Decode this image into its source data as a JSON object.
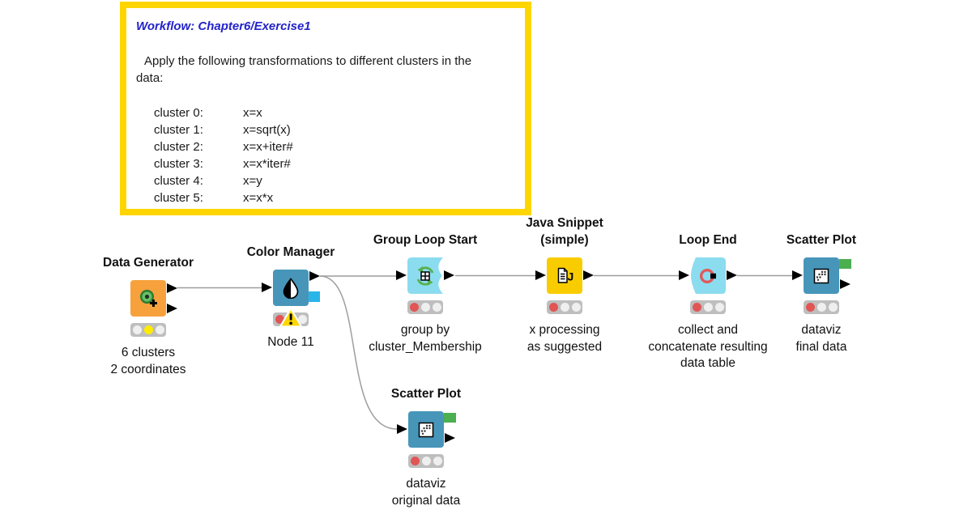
{
  "annotation": {
    "title": "Workflow: Chapter6/Exercise1",
    "intro_line1": "Apply the following transformations to different clusters in the",
    "intro_line2": "data:",
    "clusters": [
      {
        "label": "cluster 0:",
        "expr": "x=x"
      },
      {
        "label": "cluster 1:",
        "expr": "x=sqrt(x)"
      },
      {
        "label": "cluster 2:",
        "expr": "x=x+iter#"
      },
      {
        "label": "cluster 3:",
        "expr": "x=x*iter#"
      },
      {
        "label": "cluster 4:",
        "expr": "x=y"
      },
      {
        "label": "cluster 5:",
        "expr": "x=x*x"
      }
    ]
  },
  "nodes": {
    "data_generator": {
      "title": "Data Generator",
      "icon": "cluster-generator-icon",
      "labels": [
        "6 clusters",
        "2 coordinates"
      ],
      "traffic": [
        "off",
        "yellow",
        "off"
      ]
    },
    "color_manager": {
      "title": "Color Manager",
      "icon": "color-droplet-icon",
      "labels": [
        "Node 11"
      ],
      "traffic": [
        "red",
        "warning",
        "off"
      ]
    },
    "group_loop_start": {
      "title": "Group Loop Start",
      "icon": "loop-refresh-table-icon",
      "labels": [
        "group by",
        "cluster_Membership"
      ],
      "traffic": [
        "red",
        "off",
        "off"
      ]
    },
    "java_snippet": {
      "title": "Java Snippet",
      "title2": "(simple)",
      "icon": "java-document-icon",
      "labels": [
        "x processing",
        "as suggested"
      ],
      "traffic": [
        "red",
        "off",
        "off"
      ]
    },
    "loop_end": {
      "title": "Loop End",
      "icon": "loop-end-ring-icon",
      "labels": [
        "collect and",
        "concatenate resulting",
        "data table"
      ],
      "traffic": [
        "red",
        "off",
        "off"
      ]
    },
    "scatter_plot_final": {
      "title": "Scatter Plot",
      "icon": "scatter-dots-icon",
      "labels": [
        "dataviz",
        "final data"
      ],
      "traffic": [
        "red",
        "off",
        "off"
      ]
    },
    "scatter_plot_original": {
      "title": "Scatter Plot",
      "icon": "scatter-dots-icon",
      "labels": [
        "dataviz",
        "original data"
      ],
      "traffic": [
        "red",
        "off",
        "off"
      ]
    }
  },
  "colors": {
    "annotation_border": "#FFD500",
    "annotation_title_blue": "#2323CB",
    "node_source_orange": "#F7A13D",
    "node_viz_blue": "#4796BA",
    "node_loop_cyan": "#8CDCEF",
    "node_snippet_yellow": "#F9CC00",
    "image_port_green": "#4CAF50",
    "color_model_port_cyan": "#29B5E8",
    "traffic_red": "#E25555",
    "traffic_yellow": "#FFEA00",
    "warning_yellow": "#FFD500",
    "connection_gray": "#9E9E9E"
  }
}
